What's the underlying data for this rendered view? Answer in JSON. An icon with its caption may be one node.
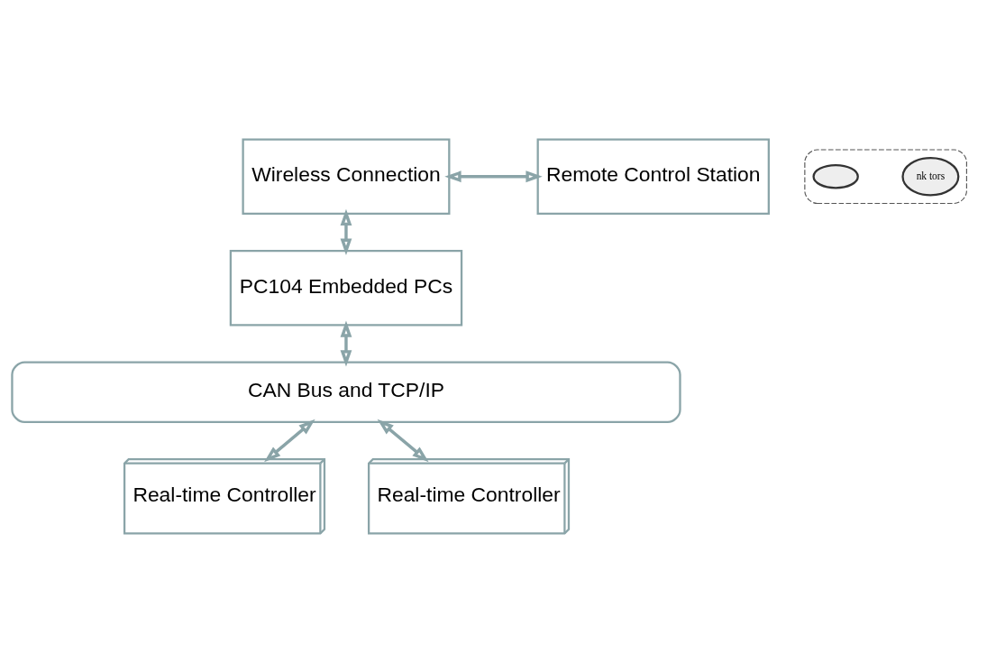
{
  "diagram": {
    "nodes": [
      {
        "text": [
          "Wireless Connection"
        ]
      },
      {
        "text": [
          "Remote Control Station"
        ]
      },
      {
        "text": [
          "PC104 Embedded PCs"
        ]
      },
      {
        "text": [
          "CAN Bus and TCP/IP"
        ]
      },
      {
        "text": [
          "Real-time Controller"
        ]
      },
      {
        "text": [
          "Real-time Controller"
        ]
      },
      {
        "text": [],
        "shape": "box"
      },
      {
        "text": [
          "nk tors"
        ],
        "in": 6
      },
      {
        "text": [],
        "shape": "ellipse",
        "in": 6
      }
    ],
    "edges": [
      {
        "from": 0,
        "to": 1,
        "arrow": "both"
      },
      {
        "from": 0,
        "to": 2,
        "arrow": "both"
      },
      {
        "from": 2,
        "to": 3,
        "arrow": "both"
      },
      {
        "from": 3,
        "to": 4,
        "arrow": "both"
      },
      {
        "from": 3,
        "to": 5,
        "arrow": "both"
      }
    ]
  }
}
